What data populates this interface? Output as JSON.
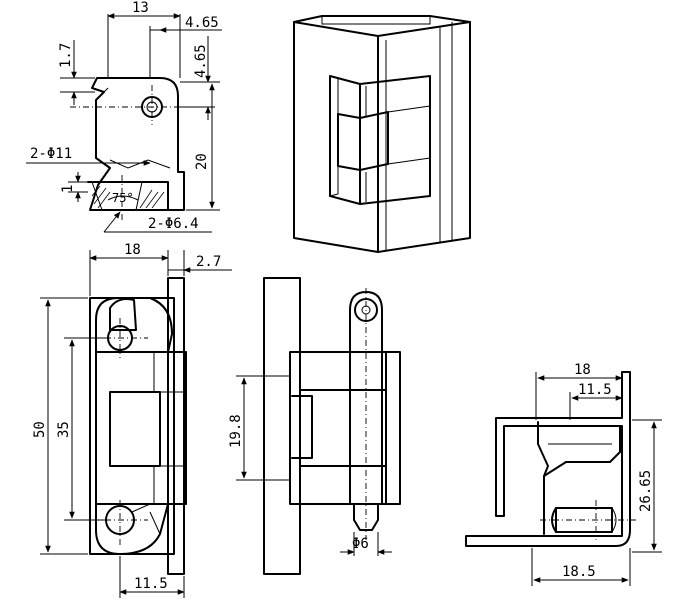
{
  "top_profile": {
    "dim_width": "13",
    "dim_right_offset": "4.65",
    "dim_right_offset_v": "4.65",
    "dim_lip": "1.7",
    "dim_hole_top": "2-Φ11",
    "dim_height": "20",
    "dim_small": "1",
    "dim_angle": "75°",
    "dim_hole_bottom": "2-Φ6.4"
  },
  "front_view": {
    "dim_width": "18",
    "dim_flange": "2.7",
    "dim_total_height": "50",
    "dim_hole_spacing": "35",
    "dim_bottom_offset": "11.5"
  },
  "side_view": {
    "dim_knuckle": "19.8",
    "dim_pin": "Φ6"
  },
  "bottom_profile": {
    "dim_width": "18",
    "dim_inner": "11.5",
    "dim_height": "26.65",
    "dim_base": "18.5"
  }
}
